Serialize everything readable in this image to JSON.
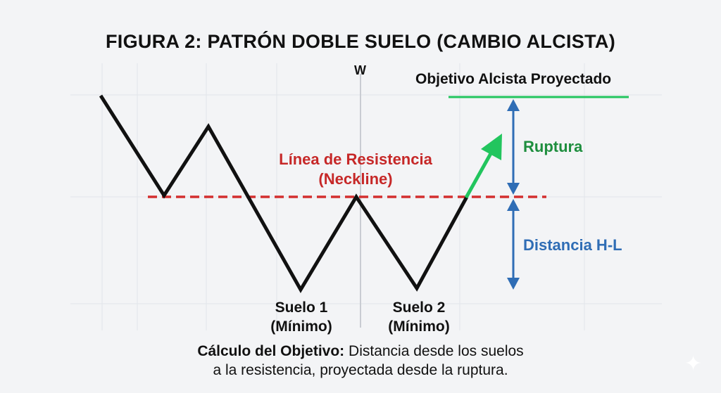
{
  "title": "FIGURA 2: PATRÓN DOBLE SUELO (CAMBIO ALCISTA)",
  "pattern_letter": "W",
  "target_label": "Objetivo Alcista Proyectado",
  "neckline_label_1": "Línea de Resistencia",
  "neckline_label_2": "(Neckline)",
  "breakout_label": "Ruptura",
  "distance_label": "Distancia H-L",
  "bottom1": {
    "name": "Suelo 1",
    "sub": "(Mínimo)"
  },
  "bottom2": {
    "name": "Suelo 2",
    "sub": "(Mínimo)"
  },
  "calc": {
    "bold": "Cálculo del Objetivo:",
    "text": " Distancia desde los suelos",
    "line2": "a la resistencia, proyectada desde la ruptura."
  },
  "colors": {
    "neckline": "#d32f2f",
    "breakout": "#22c55e",
    "measure": "#2f6db5",
    "price": "#111111"
  },
  "icons": [
    "sparkle-icon"
  ]
}
